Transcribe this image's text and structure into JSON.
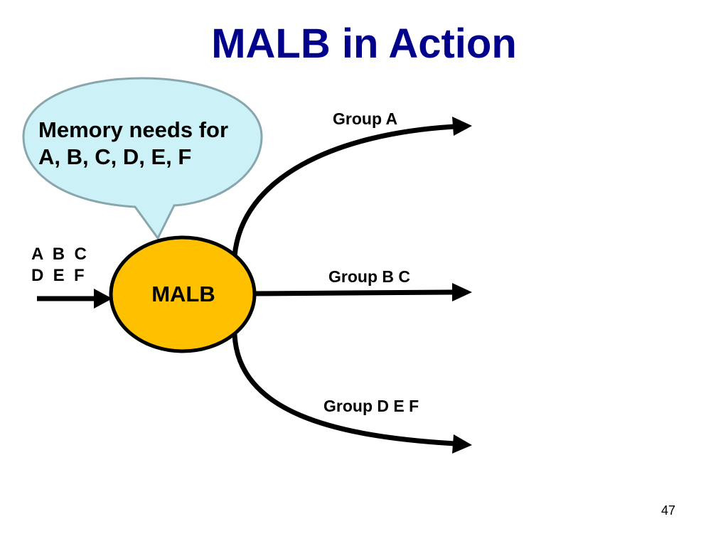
{
  "slide": {
    "title": "MALB in Action",
    "page_number": "47"
  },
  "callout": {
    "line1": "Memory needs for",
    "line2": "A, B, C, D, E, F"
  },
  "inputs": {
    "line1": "A  B  C",
    "line2": "D  E  F"
  },
  "node": {
    "label": "MALB"
  },
  "outputs": [
    {
      "label": "Group A"
    },
    {
      "label": "Group B C"
    },
    {
      "label": "Group D E F"
    }
  ],
  "colors": {
    "title": "#00008b",
    "callout_fill": "#ccf2f7",
    "callout_stroke": "#8aa6ad",
    "node_fill": "#ffc000",
    "node_stroke": "#000000",
    "arrow": "#000000"
  }
}
